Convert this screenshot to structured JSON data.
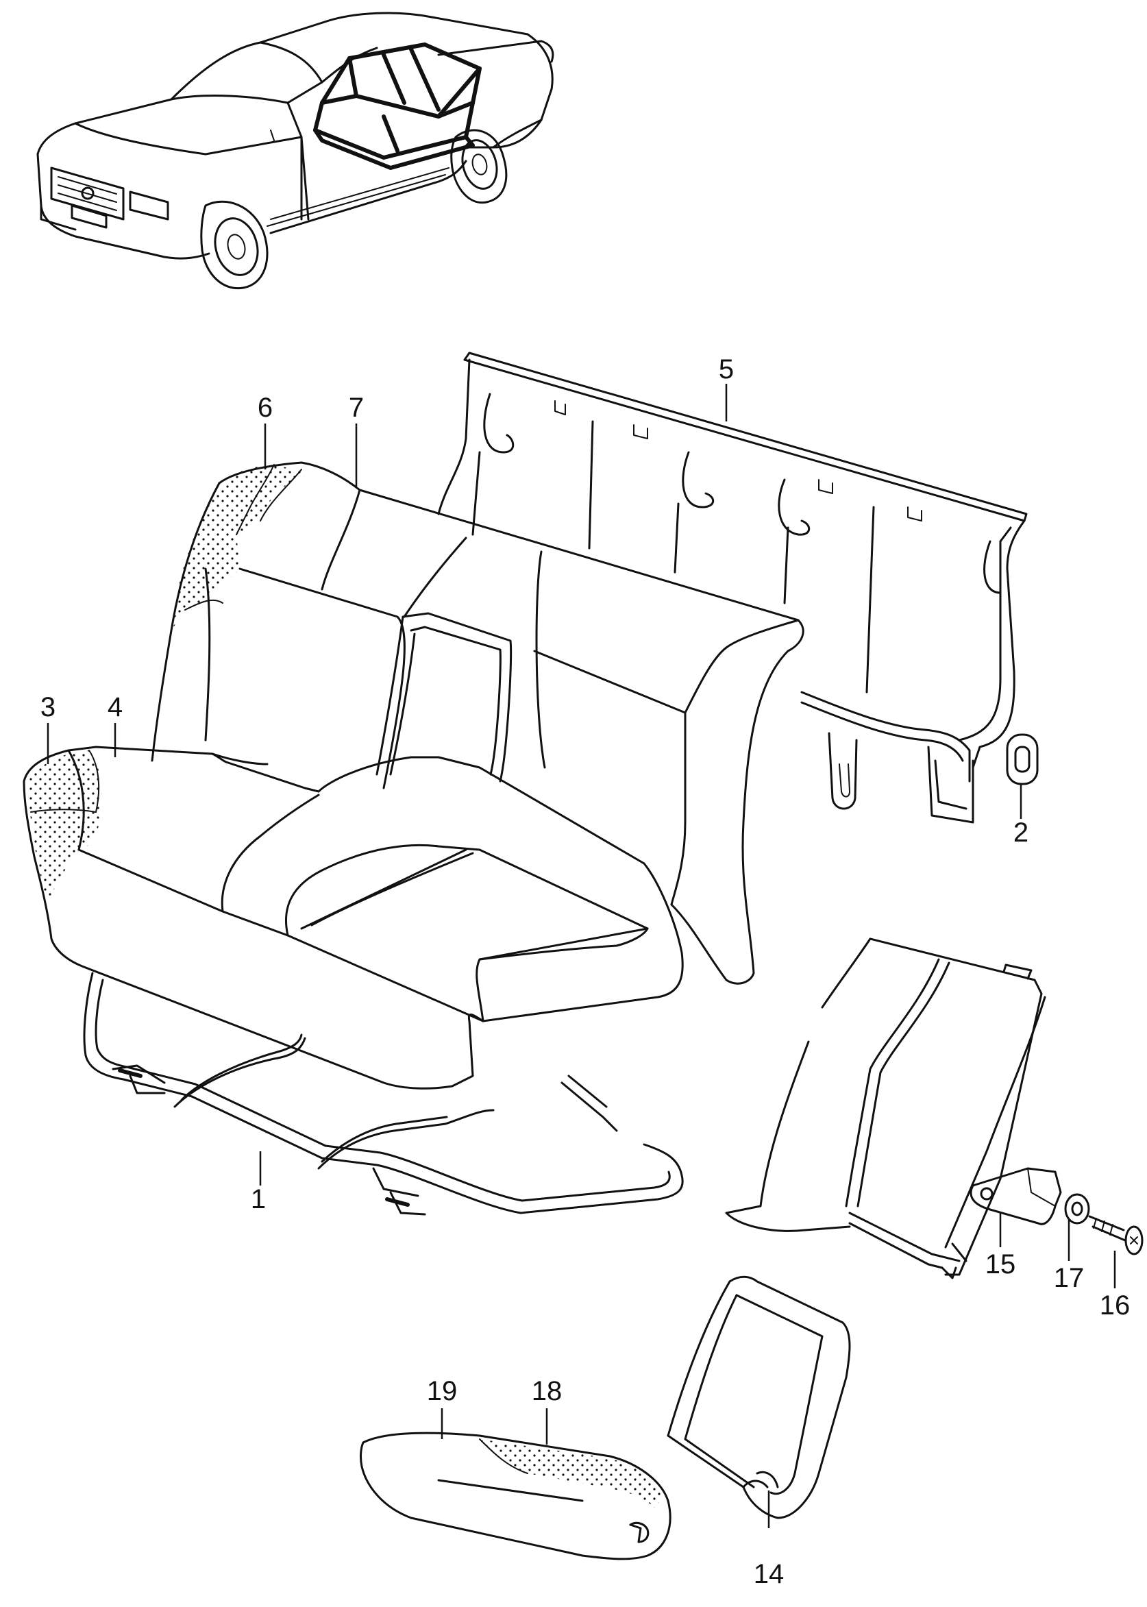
{
  "diagram": {
    "type": "exploded-parts-diagram",
    "callouts": [
      {
        "id": "c1",
        "label": "1"
      },
      {
        "id": "c2",
        "label": "2"
      },
      {
        "id": "c3",
        "label": "3"
      },
      {
        "id": "c4",
        "label": "4"
      },
      {
        "id": "c5",
        "label": "5"
      },
      {
        "id": "c6",
        "label": "6"
      },
      {
        "id": "c7",
        "label": "7"
      },
      {
        "id": "c14",
        "label": "14"
      },
      {
        "id": "c15",
        "label": "15"
      },
      {
        "id": "c16",
        "label": "16"
      },
      {
        "id": "c17",
        "label": "17"
      },
      {
        "id": "c18",
        "label": "18"
      },
      {
        "id": "c19",
        "label": "19"
      }
    ]
  }
}
